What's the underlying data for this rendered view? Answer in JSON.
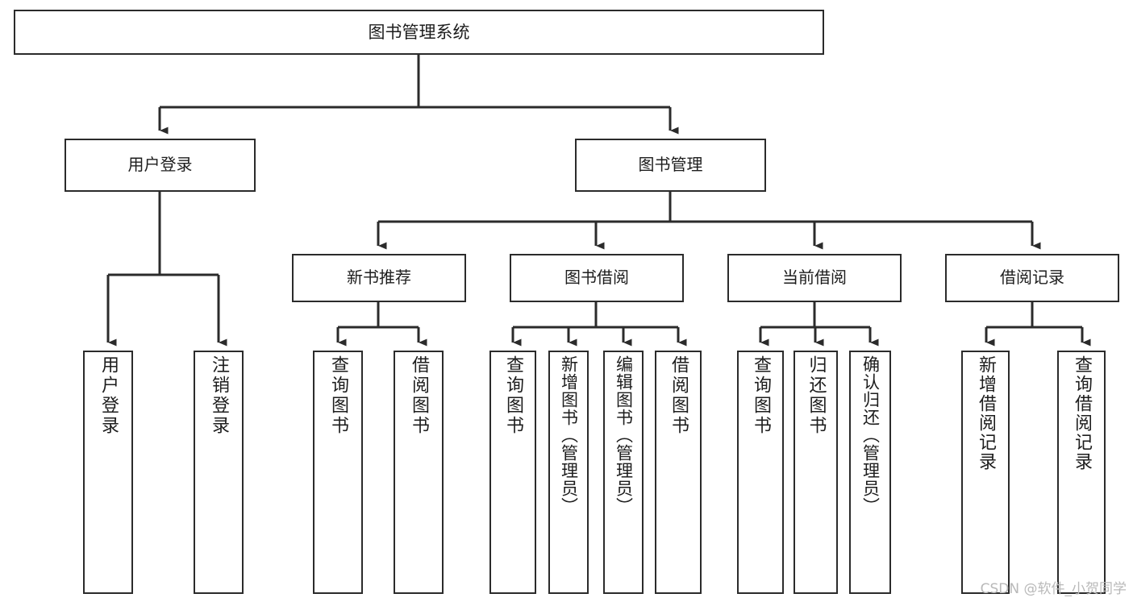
{
  "diagram": {
    "title": "图书管理系统",
    "type": "hierarchy-tree",
    "watermark": "CSDN @软件_小贺同学",
    "colors": {
      "background": "#ffffff",
      "node_border": "#2b2b2b",
      "node_fill": "#ffffff",
      "text": "#1d1d1d",
      "connector": "#2b2b2b",
      "watermark": "#b9b9b9"
    },
    "root": {
      "label": "图书管理系统"
    },
    "level1": [
      {
        "label": "用户登录"
      },
      {
        "label": "图书管理"
      }
    ],
    "level2": [
      {
        "label": "新书推荐"
      },
      {
        "label": "图书借阅"
      },
      {
        "label": "当前借阅"
      },
      {
        "label": "借阅记录"
      }
    ],
    "leaves": {
      "user_login": [
        {
          "label": "用户登录"
        },
        {
          "label": "注销登录"
        }
      ],
      "new_book_recommend": [
        {
          "label": "查询图书"
        },
        {
          "label": "借阅图书"
        }
      ],
      "book_borrow": [
        {
          "label": "查询图书"
        },
        {
          "label": "新增图书（管理员）"
        },
        {
          "label": "编辑图书（管理员）"
        },
        {
          "label": "借阅图书"
        }
      ],
      "current_borrow": [
        {
          "label": "查询图书"
        },
        {
          "label": "归还图书"
        },
        {
          "label": "确认归还（管理员）"
        }
      ],
      "borrow_records": [
        {
          "label": "新增借阅记录"
        },
        {
          "label": "查询借阅记录"
        }
      ]
    }
  }
}
